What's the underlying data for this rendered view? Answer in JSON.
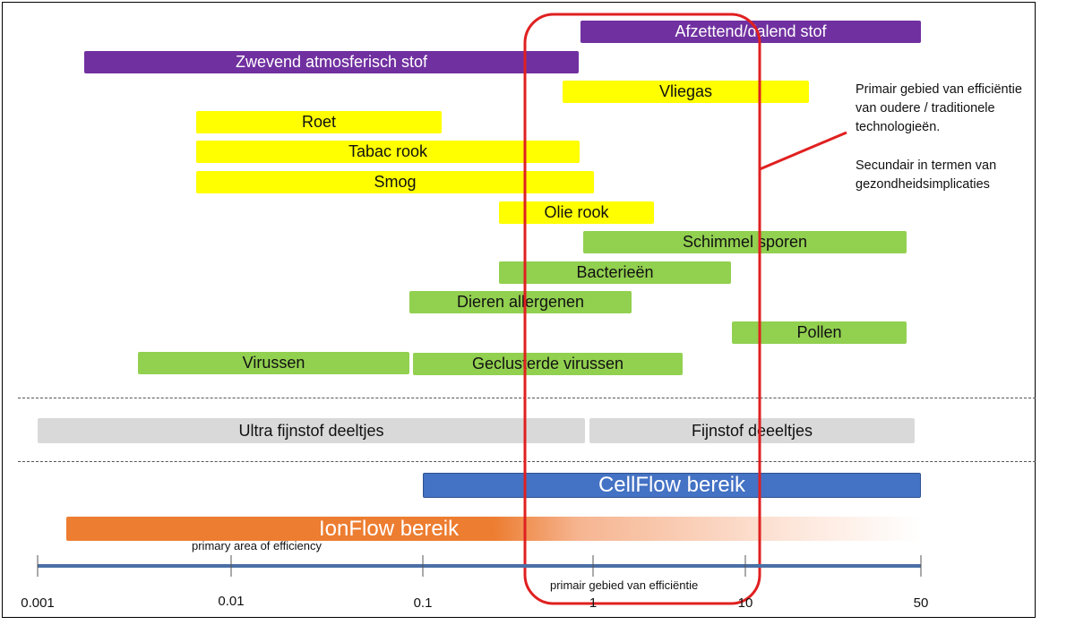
{
  "bars": [
    {
      "id": "afzettend",
      "label": "Afzettend/dalend stof",
      "category": "purple"
    },
    {
      "id": "zwevend",
      "label": "Zwevend atmosferisch stof",
      "category": "purple"
    },
    {
      "id": "vliegas",
      "label": "Vliegas",
      "category": "yellow"
    },
    {
      "id": "roet",
      "label": "Roet",
      "category": "yellow"
    },
    {
      "id": "tabac",
      "label": "Tabac rook",
      "category": "yellow"
    },
    {
      "id": "smog",
      "label": "Smog",
      "category": "yellow"
    },
    {
      "id": "olie",
      "label": "Olie rook",
      "category": "yellow"
    },
    {
      "id": "schimmel",
      "label": "Schimmel sporen",
      "category": "green"
    },
    {
      "id": "bacterien",
      "label": "Bacterieën",
      "category": "green"
    },
    {
      "id": "dieren",
      "label": "Dieren allergenen",
      "category": "green"
    },
    {
      "id": "pollen",
      "label": "Pollen",
      "category": "green"
    },
    {
      "id": "virussen",
      "label": "Virussen",
      "category": "green"
    },
    {
      "id": "geclusterde",
      "label": "Geclusterde virussen",
      "category": "green"
    }
  ],
  "particles": {
    "ultra": "Ultra fijnstof deeltjes",
    "fijn": "Fijnstof deeeltjes"
  },
  "ranges": {
    "cellflow": "CellFlow bereik",
    "ionflow": "IonFlow bereik"
  },
  "annotation": {
    "line1": "Primair gebied van efficiëntie van oudere / traditionele technologieën.",
    "line2": "Secundair in termen van gezondheidsimplicaties"
  },
  "axis": {
    "ticks": [
      "0.001",
      "0.01",
      "0.1",
      "1",
      "10",
      "50"
    ],
    "primary_area_label": "primary area of efficiency",
    "primair_label": "primair gebied van efficiëntie"
  },
  "colors": {
    "purple": "#7030a0",
    "yellow": "#ffff00",
    "green": "#92d050",
    "gray": "#d9d9d9",
    "blue": "#4472c4",
    "orange": "#ed7d31",
    "highlight": "#e02020",
    "axis": "#4a6fa5"
  }
}
